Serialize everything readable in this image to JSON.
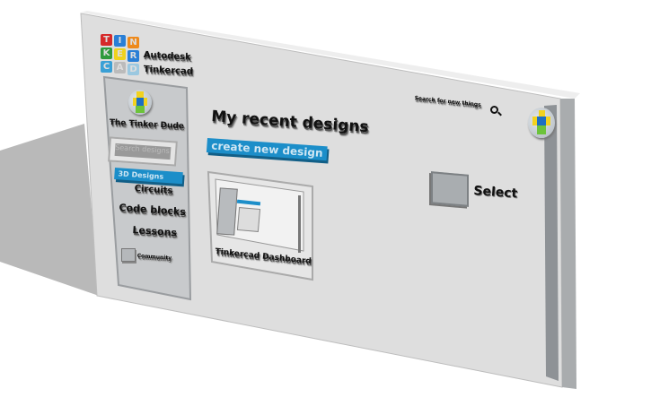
{
  "logo": {
    "letters": [
      "T",
      "I",
      "N",
      "K",
      "E",
      "R",
      "C",
      "A",
      "D"
    ],
    "colors": [
      "#d62a2a",
      "#2a7fd6",
      "#ee8a1c",
      "#2f9a3c",
      "#f0d21e",
      "#2a7fd6",
      "#3aa0d6",
      "#bbbbbb",
      "#9bc8e0"
    ]
  },
  "brand": {
    "line1": "Autodesk",
    "line2": "Tinkercad"
  },
  "sidebar": {
    "user_name": "The Tinker Dude",
    "search_placeholder": "Search designs",
    "items": [
      {
        "label": "3D Designs",
        "active": true
      },
      {
        "label": "Circuits"
      },
      {
        "label": "Code blocks"
      },
      {
        "label": "Lessons"
      }
    ],
    "checkbox_label": "Community"
  },
  "main": {
    "title": "My recent designs",
    "create_button": "create new design",
    "design_card": {
      "title": "Tinkercad Dashboard"
    }
  },
  "header": {
    "search_text": "Search for new things",
    "search_icon": "magnifier-icon"
  },
  "select": {
    "label": "Select"
  },
  "colors": {
    "accent": "#1c8ec9",
    "board": "#dcdcdc",
    "sidebar": "#c9cbcd",
    "shadow": "#b8b8b8"
  }
}
